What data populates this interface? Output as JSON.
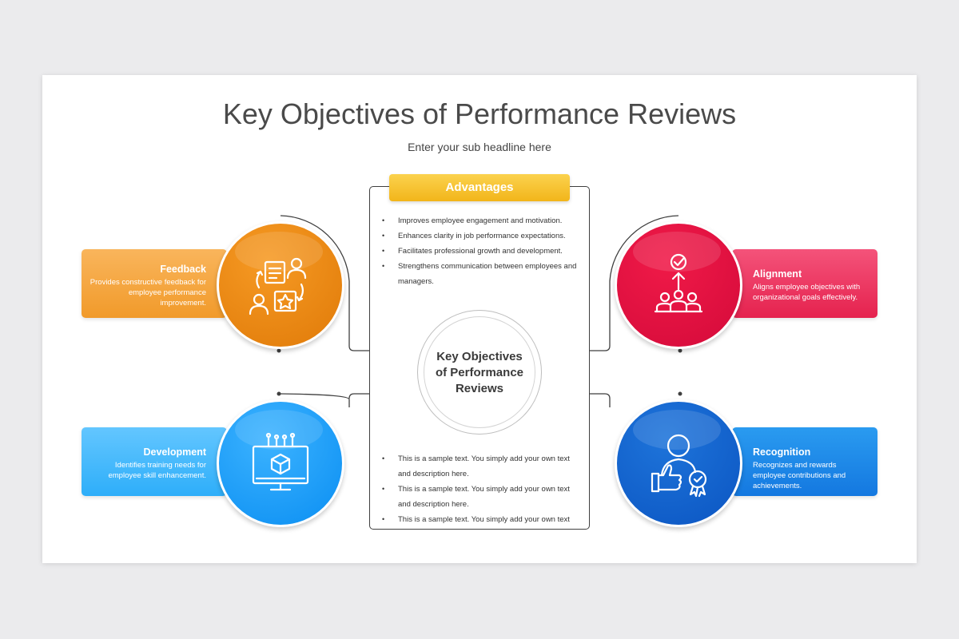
{
  "header": {
    "title": "Key Objectives of Performance Reviews",
    "subtitle": "Enter your sub headline here"
  },
  "center": {
    "tab_label": "Advantages",
    "circle_text_lines": [
      "Key Objectives",
      "of Performance",
      "Reviews"
    ],
    "top_bullets": [
      "Improves employee engagement and motivation.",
      "Enhances clarity in job performance expectations.",
      "Facilitates professional growth and development.",
      "Strengthens communication between employees and managers."
    ],
    "bottom_bullets": [
      "This is a sample text. You simply add your own text and description here.",
      "This is a sample text. You simply add your own text and description here.",
      "This is a sample text. You simply add your own text"
    ]
  },
  "items": {
    "feedback": {
      "title": "Feedback",
      "description": "Provides constructive feedback for employee performance improvement.",
      "color": "#e88410",
      "icon": "feedback-icon"
    },
    "development": {
      "title": "Development",
      "description": "Identifies training needs for employee skill enhancement.",
      "color": "#1a9cf6",
      "icon": "computer-cube-icon"
    },
    "alignment": {
      "title": "Alignment",
      "description": "Aligns employee objectives with organizational goals effectively.",
      "color": "#df1241",
      "icon": "team-goal-icon"
    },
    "recognition": {
      "title": "Recognition",
      "description": "Recognizes and rewards employee contributions and achievements.",
      "color": "#1565d0",
      "icon": "thumbs-up-award-icon"
    }
  }
}
